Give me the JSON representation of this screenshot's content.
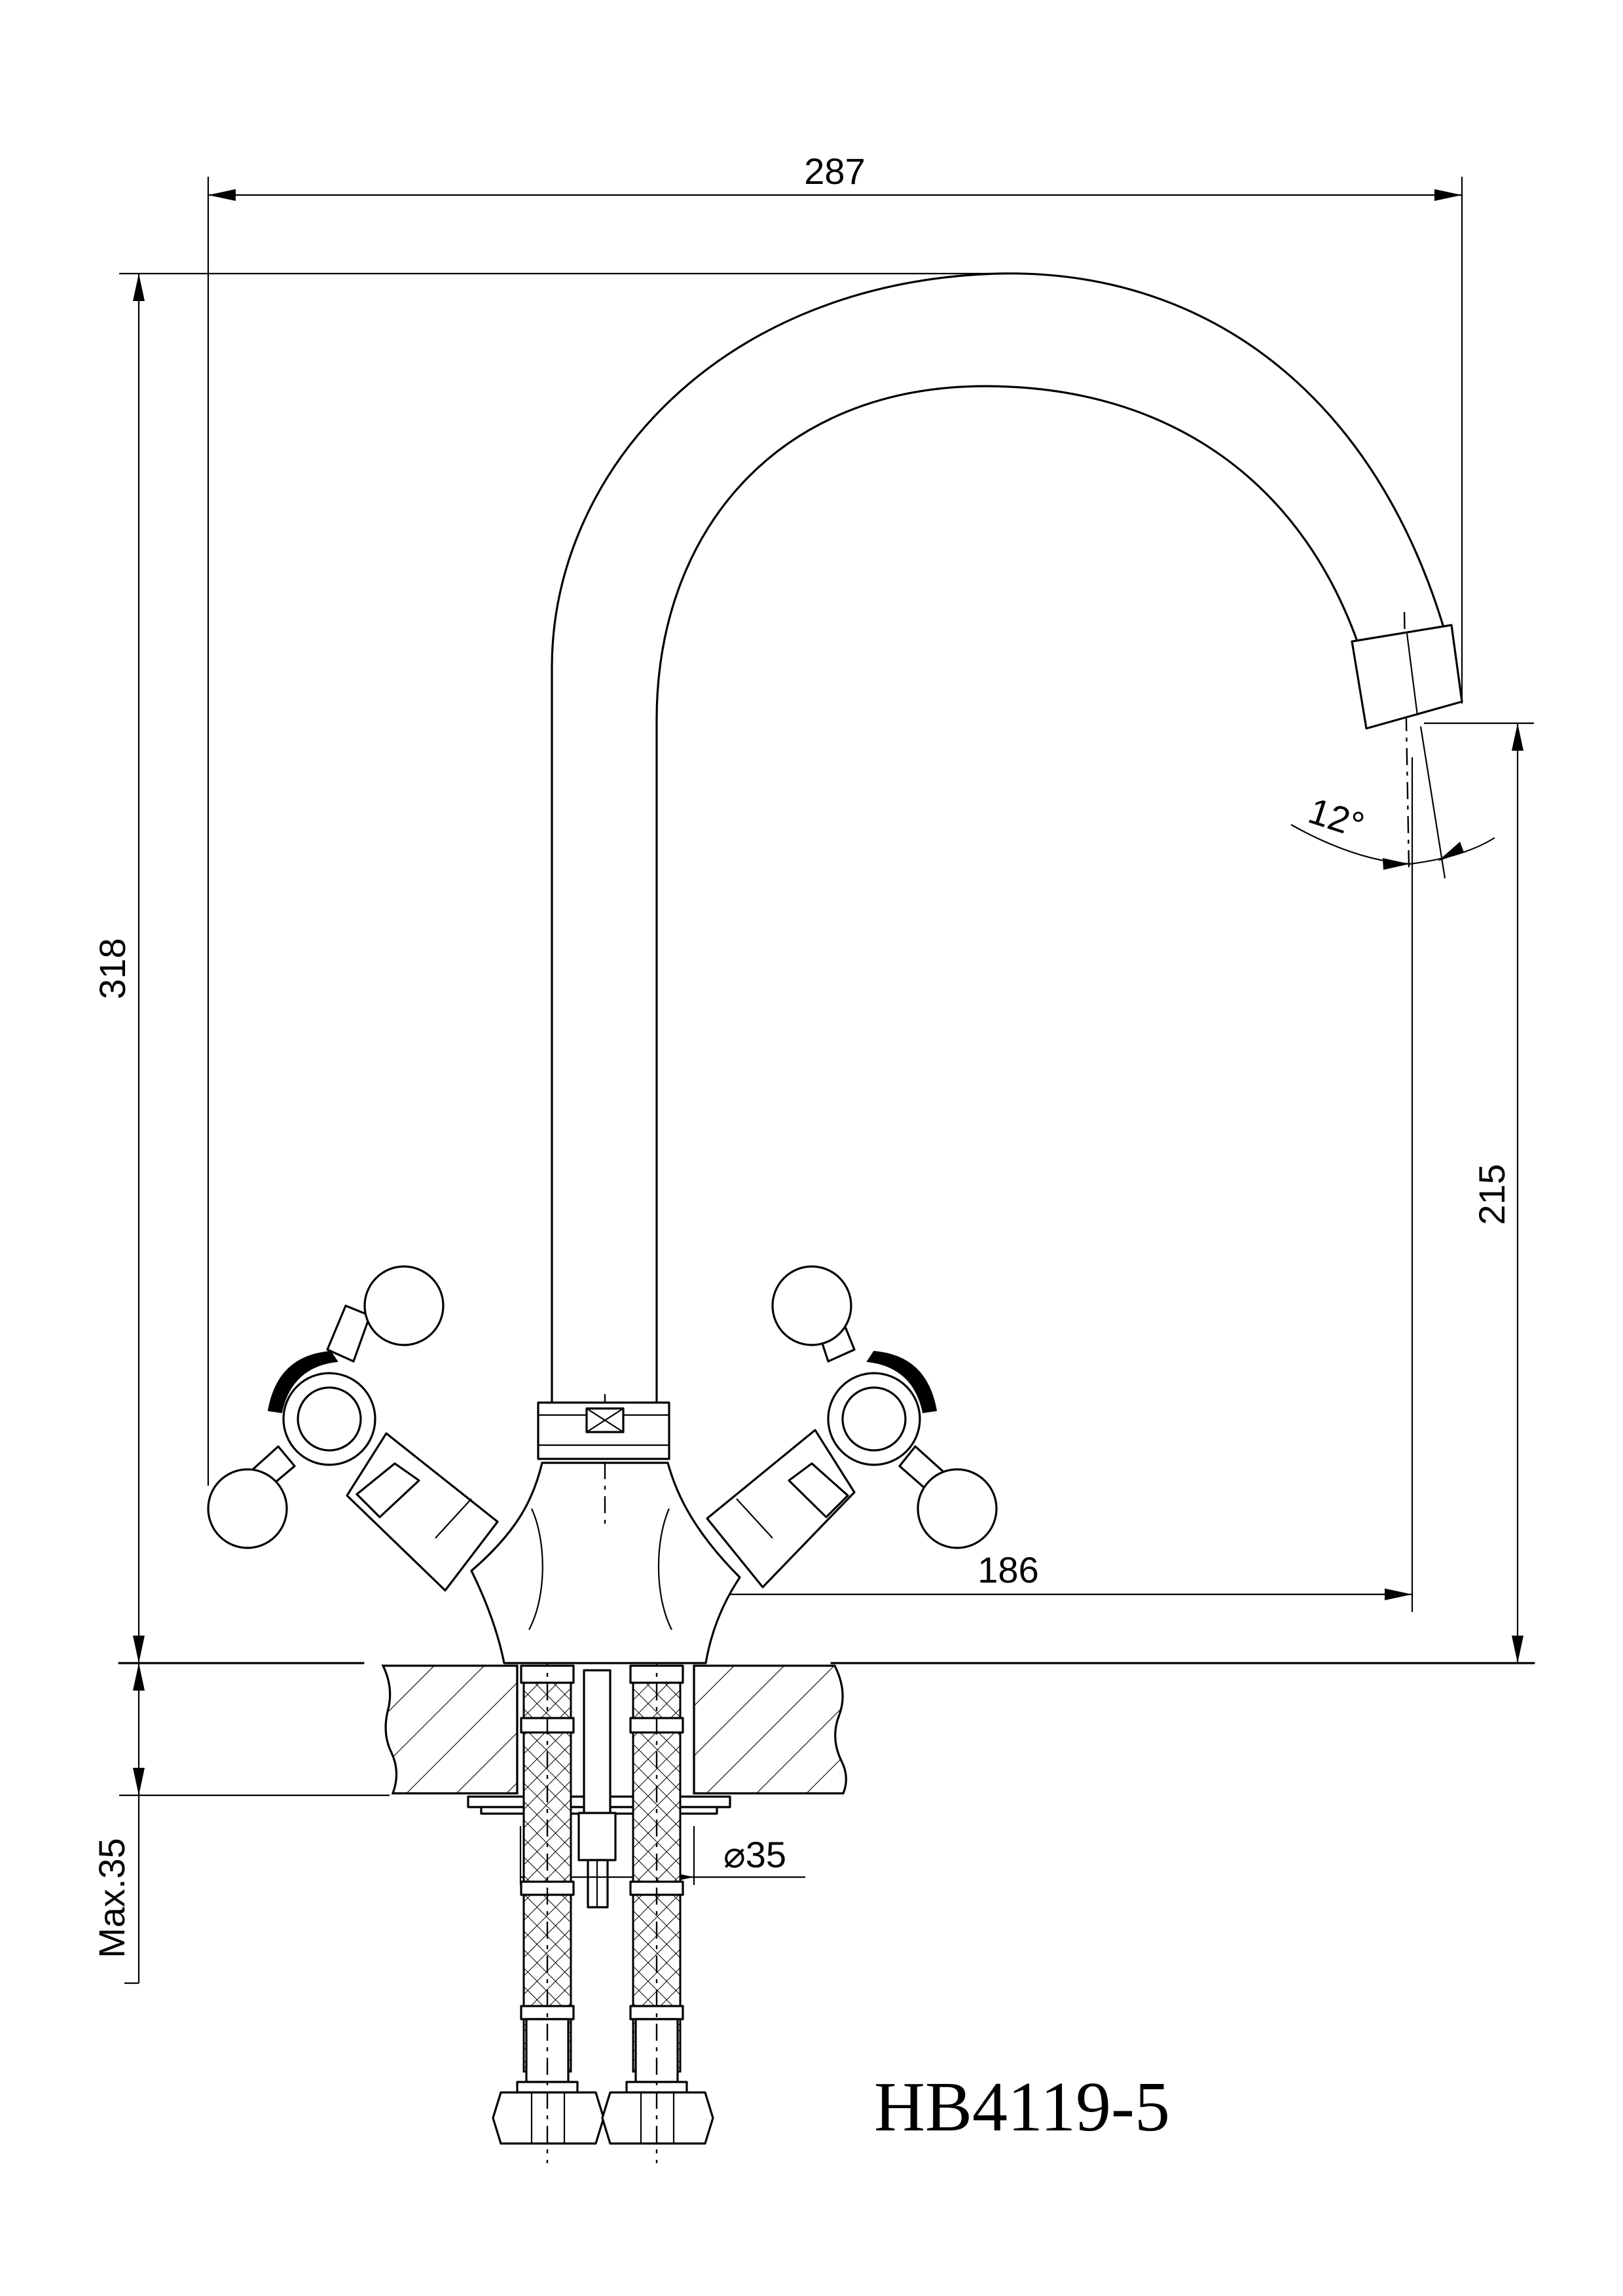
{
  "dimensions": {
    "overall_width": "287",
    "overall_height": "318",
    "spout_height": "215",
    "spout_reach": "186",
    "spout_angle": "12°",
    "max_counter_thickness": "Max.35",
    "hole_diameter": "⌀35"
  },
  "model": "HB4119-5"
}
